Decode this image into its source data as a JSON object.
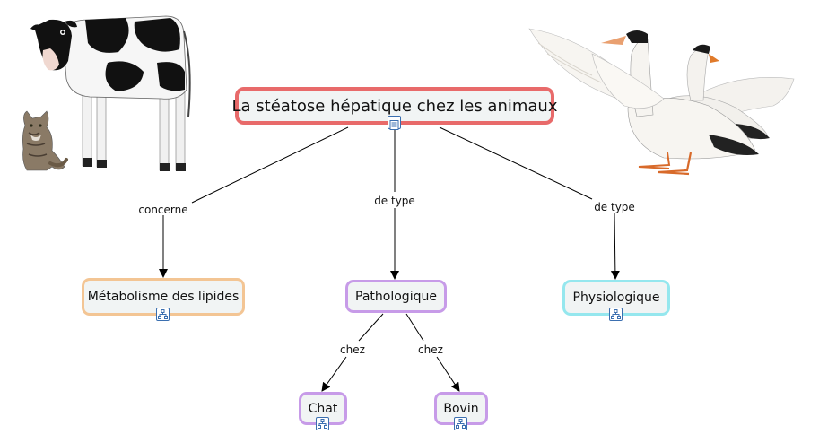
{
  "concept_map": {
    "root": {
      "label": "La stéatose hépatique chez les animaux",
      "icon": "document-icon"
    },
    "nodes": {
      "lipides": {
        "label": "Métabolisme des lipides",
        "icon": "submap-icon"
      },
      "pathologique": {
        "label": "Pathologique",
        "icon": "submap-icon"
      },
      "physiologique": {
        "label": "Physiologique",
        "icon": "submap-icon"
      },
      "chat": {
        "label": "Chat",
        "icon": "submap-icon"
      },
      "bovin": {
        "label": "Bovin",
        "icon": "submap-icon"
      }
    },
    "links": {
      "concerne": "concerne",
      "de_type_pathologique": "de type",
      "de_type_physiologique": "de type",
      "chez_chat": "chez",
      "chez_bovin": "chez"
    },
    "node_colors": {
      "root": "#e86a6a",
      "lipides": "#f3c594",
      "pathologique": "#c79be8",
      "physiologique": "#95e7ee",
      "chat": "#c79be8",
      "bovin": "#c79be8"
    },
    "images": {
      "cow": "cow-image",
      "cat": "cat-image",
      "geese": "geese-image"
    }
  }
}
